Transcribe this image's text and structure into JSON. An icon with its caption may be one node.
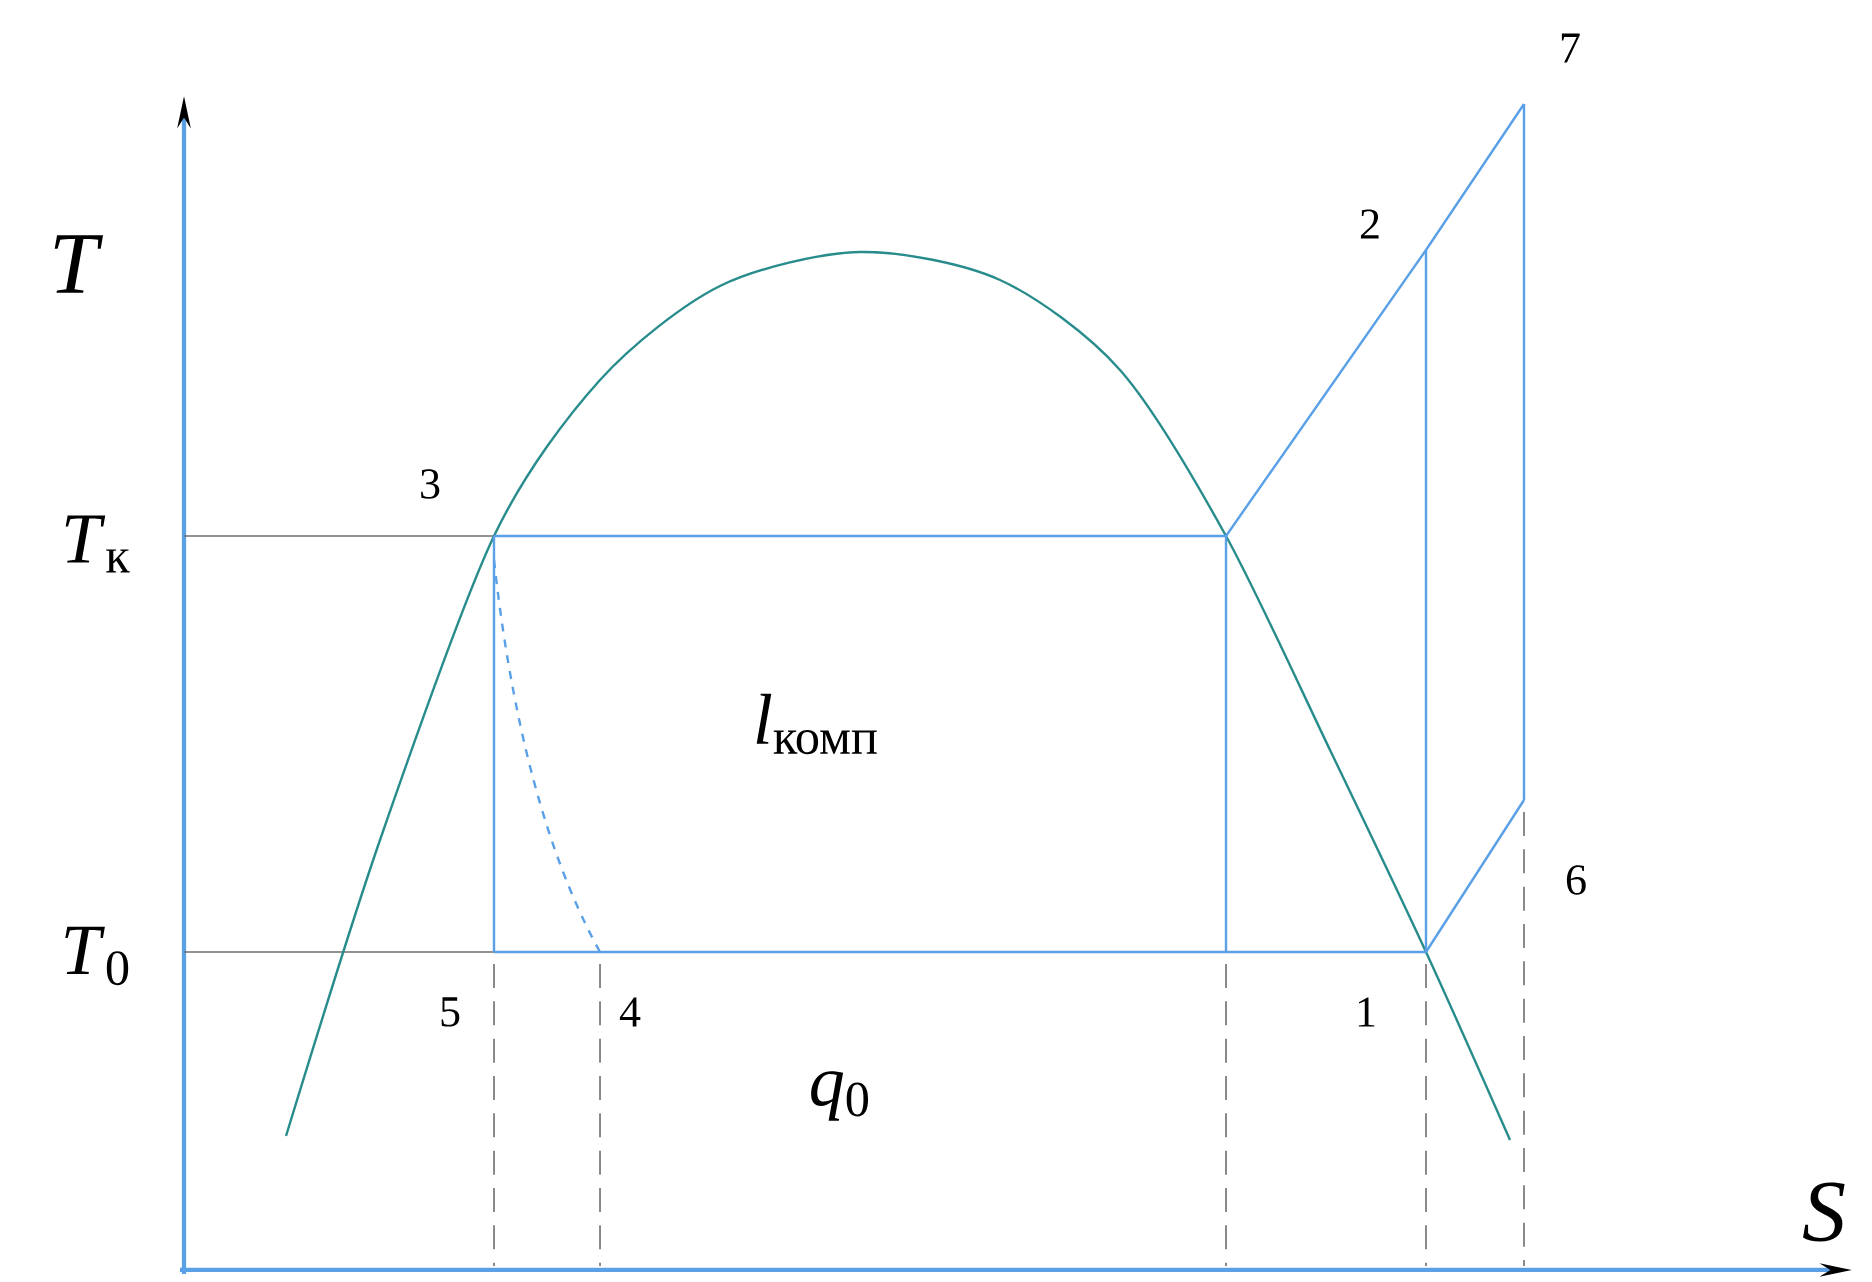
{
  "diagram": {
    "labels": [
      "7",
      "*T*",
      "2",
      "3",
      "*T*$_{к}$",
      "*l*$_{комп}$",
      "6",
      "*T*$_{0}$",
      "5",
      "4",
      "1",
      "*q*$_{0}$",
      "*S*"
    ]
  }
}
